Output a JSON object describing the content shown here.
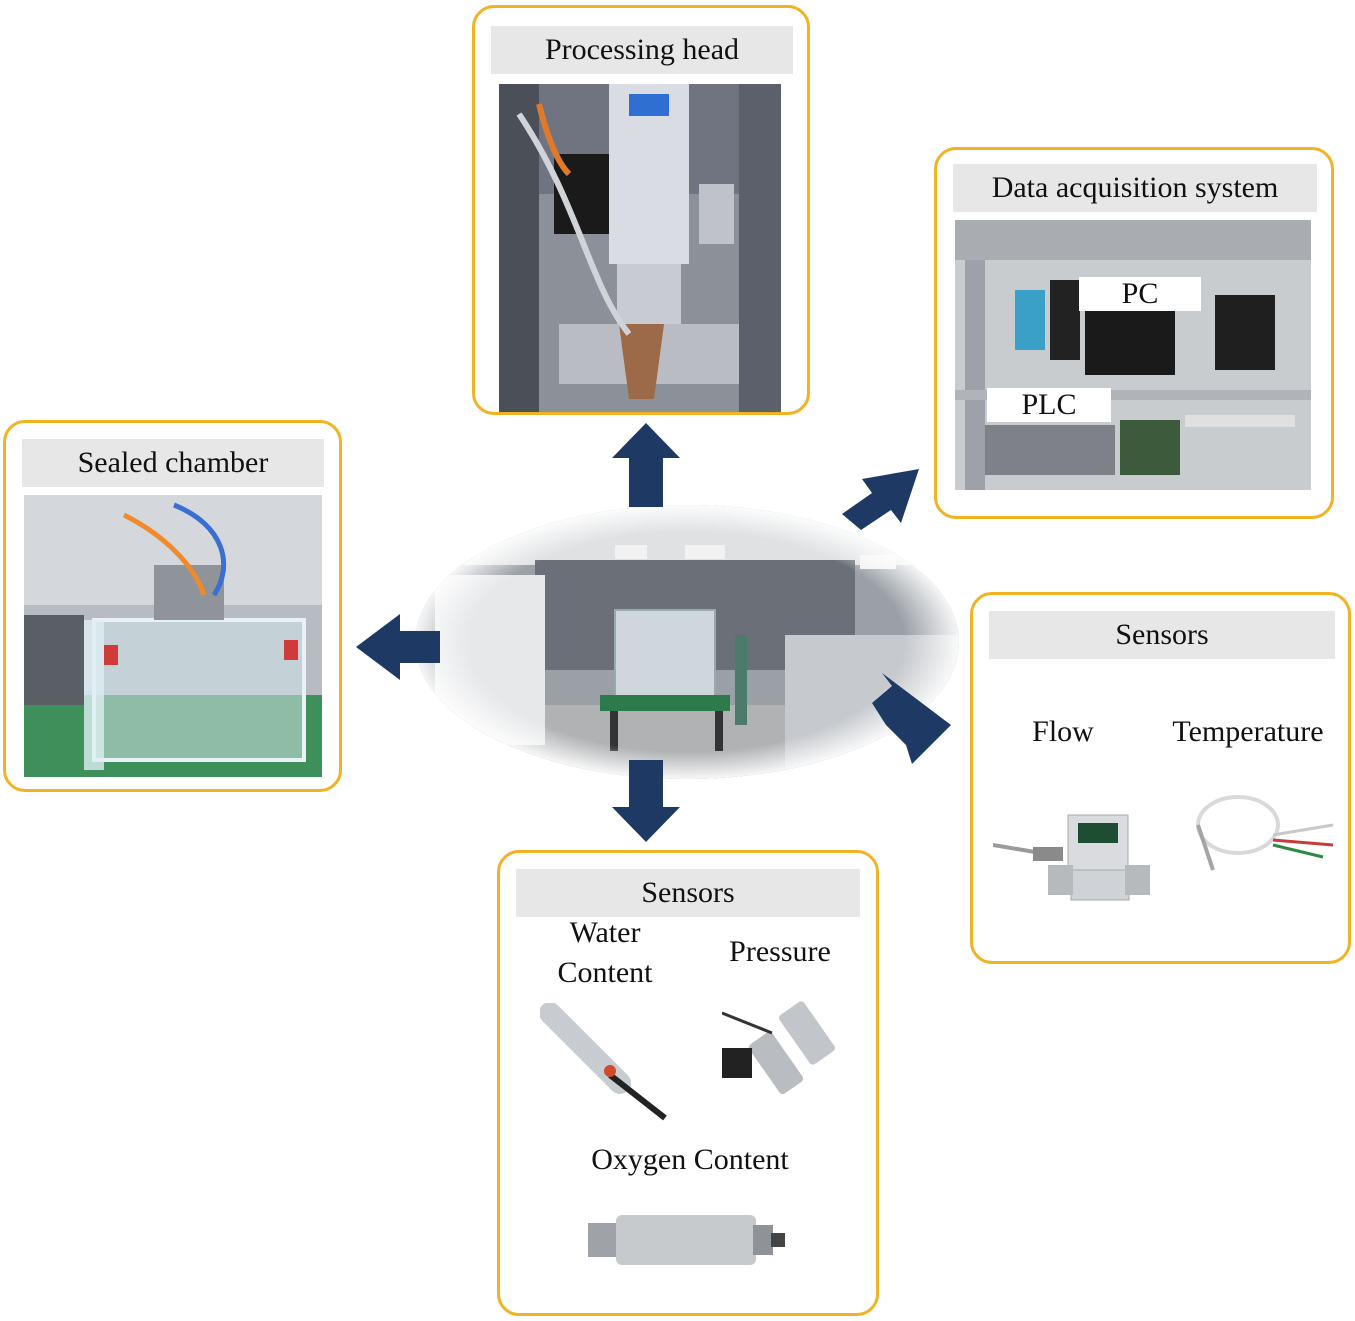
{
  "panels": {
    "processing_head": {
      "title": "Processing head"
    },
    "data_acquisition": {
      "title": "Data acquisition system",
      "tag_pc": "PC",
      "tag_plc": "PLC"
    },
    "sealed_chamber": {
      "title": "Sealed chamber"
    },
    "sensors_right": {
      "title": "Sensors",
      "flow": "Flow",
      "temperature": "Temperature"
    },
    "sensors_bottom": {
      "title": "Sensors",
      "water_content": "Water Content",
      "pressure": "Pressure",
      "oxygen_content": "Oxygen Content"
    }
  },
  "colors": {
    "border": "#f0b323",
    "arrow": "#1e3a64",
    "title_bg": "#e7e7e7"
  }
}
